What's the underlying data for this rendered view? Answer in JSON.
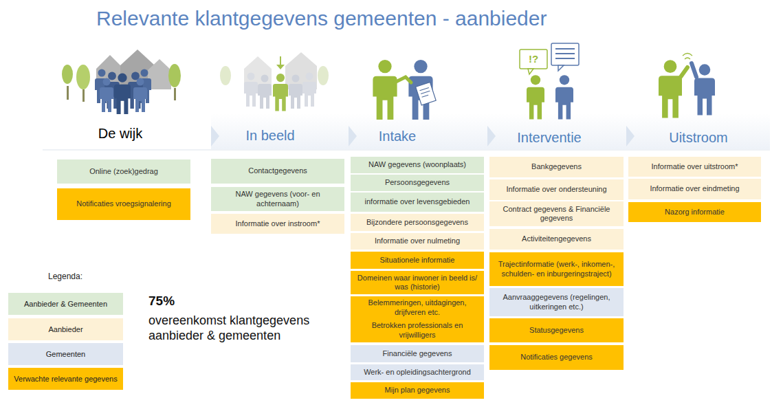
{
  "diagram": {
    "title": "Relevante klantgegevens gemeenten - aanbieder",
    "nodes": [
      {
        "text": [
          "Online (zoek)gedrag"
        ]
      },
      {
        "text": [
          "Notificaties vroegsignalering"
        ]
      },
      {
        "text": [
          "Contactgegevens"
        ]
      },
      {
        "text": [
          "NAW gegevens (voor- en achternaam)"
        ]
      },
      {
        "text": [
          "Informatie over instroom*"
        ]
      },
      {
        "text": [
          "NAW gegevens (woonplaats)"
        ]
      },
      {
        "text": [
          "Persoonsgegevens"
        ]
      },
      {
        "text": [
          "informatie over levensgebieden"
        ]
      },
      {
        "text": [
          "Bijzondere persoonsgegevens"
        ]
      },
      {
        "text": [
          "Informatie over nulmeting"
        ]
      },
      {
        "text": [
          "Situationele informatie"
        ]
      },
      {
        "text": [
          "Domeinen waar inwoner in beeld is/ was (historie)"
        ]
      },
      {
        "text": [
          "Belemmeringen, uitdagingen, drijfveren etc."
        ]
      },
      {
        "text": [
          "Betrokken professionals en vrijwilligers"
        ]
      },
      {
        "text": [
          "Financiële gegevens"
        ]
      },
      {
        "text": [
          "Werk- en opleidingsachtergrond"
        ]
      },
      {
        "text": [
          "Mijn plan gegevens"
        ]
      },
      {
        "text": [
          "Bankgegevens"
        ]
      },
      {
        "text": [
          "Informatie over ondersteuning"
        ]
      },
      {
        "text": [
          "Contract gegevens & Financiële gegevens"
        ]
      },
      {
        "text": [
          "Activiteitengegevens"
        ]
      },
      {
        "text": [
          "Trajectinformatie (werk-, inkomen-, schulden- en inburgeringstraject)"
        ]
      },
      {
        "text": [
          "Aanvraaggegevens (regelingen, uitkeringen etc.)"
        ]
      },
      {
        "text": [
          "Statusgegevens"
        ]
      },
      {
        "text": [
          "Notificaties gegevens"
        ]
      },
      {
        "text": [
          "Informatie over uitstroom*"
        ]
      },
      {
        "text": [
          "Informatie over eindmeting"
        ]
      },
      {
        "text": [
          "Nazorg informatie"
        ]
      }
    ],
    "labels": [
      "De wijk",
      "In beeld",
      "Intake",
      "Interventie",
      "Uitstroom",
      "!?",
      "Legenda:",
      "75%",
      "overeenkomst klantgegevens aanbieder & gemeenten"
    ],
    "legend": [
      {
        "text": "Aanbieder & Gemeenten",
        "color": "#dcebd5"
      },
      {
        "text": "Aanbieder",
        "color": "#fdf1d6"
      },
      {
        "text": "Gemeenten",
        "color": "#dfe6f1"
      },
      {
        "text": "Verwachte relevante gegevens",
        "color": "#ffc000"
      }
    ]
  }
}
